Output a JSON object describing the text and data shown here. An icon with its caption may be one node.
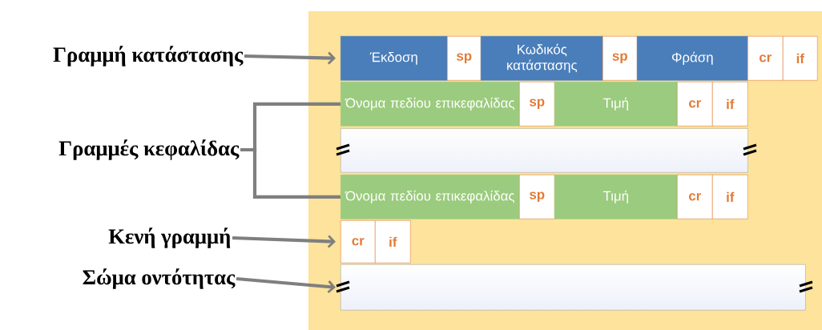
{
  "diagram": {
    "nodes": [
      {
        "text": [
          "Γραμμή κατάστασης"
        ]
      },
      {
        "text": [
          "Γραμμές κεφαλίδας"
        ]
      },
      {
        "text": [
          "Κενή γραμμή"
        ]
      },
      {
        "text": [
          "Σώμα οντότητας"
        ]
      },
      {
        "text": [
          "Έκδοση"
        ]
      },
      {
        "text": [
          "sp"
        ]
      },
      {
        "text": [
          "Κωδικός κατάστασης"
        ]
      },
      {
        "text": [
          "sp"
        ]
      },
      {
        "text": [
          "Φράση"
        ]
      },
      {
        "text": [
          "cr"
        ]
      },
      {
        "text": [
          "if"
        ]
      },
      {
        "text": [
          "Όνομα πεδίου επικεφαλίδας"
        ]
      },
      {
        "text": [
          "sp"
        ]
      },
      {
        "text": [
          "Τιμή"
        ]
      },
      {
        "text": [
          "cr"
        ]
      },
      {
        "text": [
          "if"
        ]
      },
      {
        "text": [],
        "shape": "box"
      },
      {
        "text": [
          "Όνομα πεδίου επικεφαλίδας"
        ]
      },
      {
        "text": [
          "sp"
        ]
      },
      {
        "text": [
          "Τιμή"
        ]
      },
      {
        "text": [
          "cr"
        ]
      },
      {
        "text": [
          "if"
        ]
      },
      {
        "text": [
          "cr"
        ]
      },
      {
        "text": [
          "if"
        ]
      },
      {
        "text": [],
        "shape": "box"
      }
    ],
    "edges": [
      {
        "from": 0,
        "to": 4,
        "arrow": "to"
      },
      {
        "from": 1,
        "to": 11,
        "arrow": "none"
      },
      {
        "from": 1,
        "to": 17,
        "arrow": "none"
      },
      {
        "from": 2,
        "to": 22,
        "arrow": "to"
      },
      {
        "from": 3,
        "to": 24,
        "arrow": "to"
      }
    ]
  }
}
